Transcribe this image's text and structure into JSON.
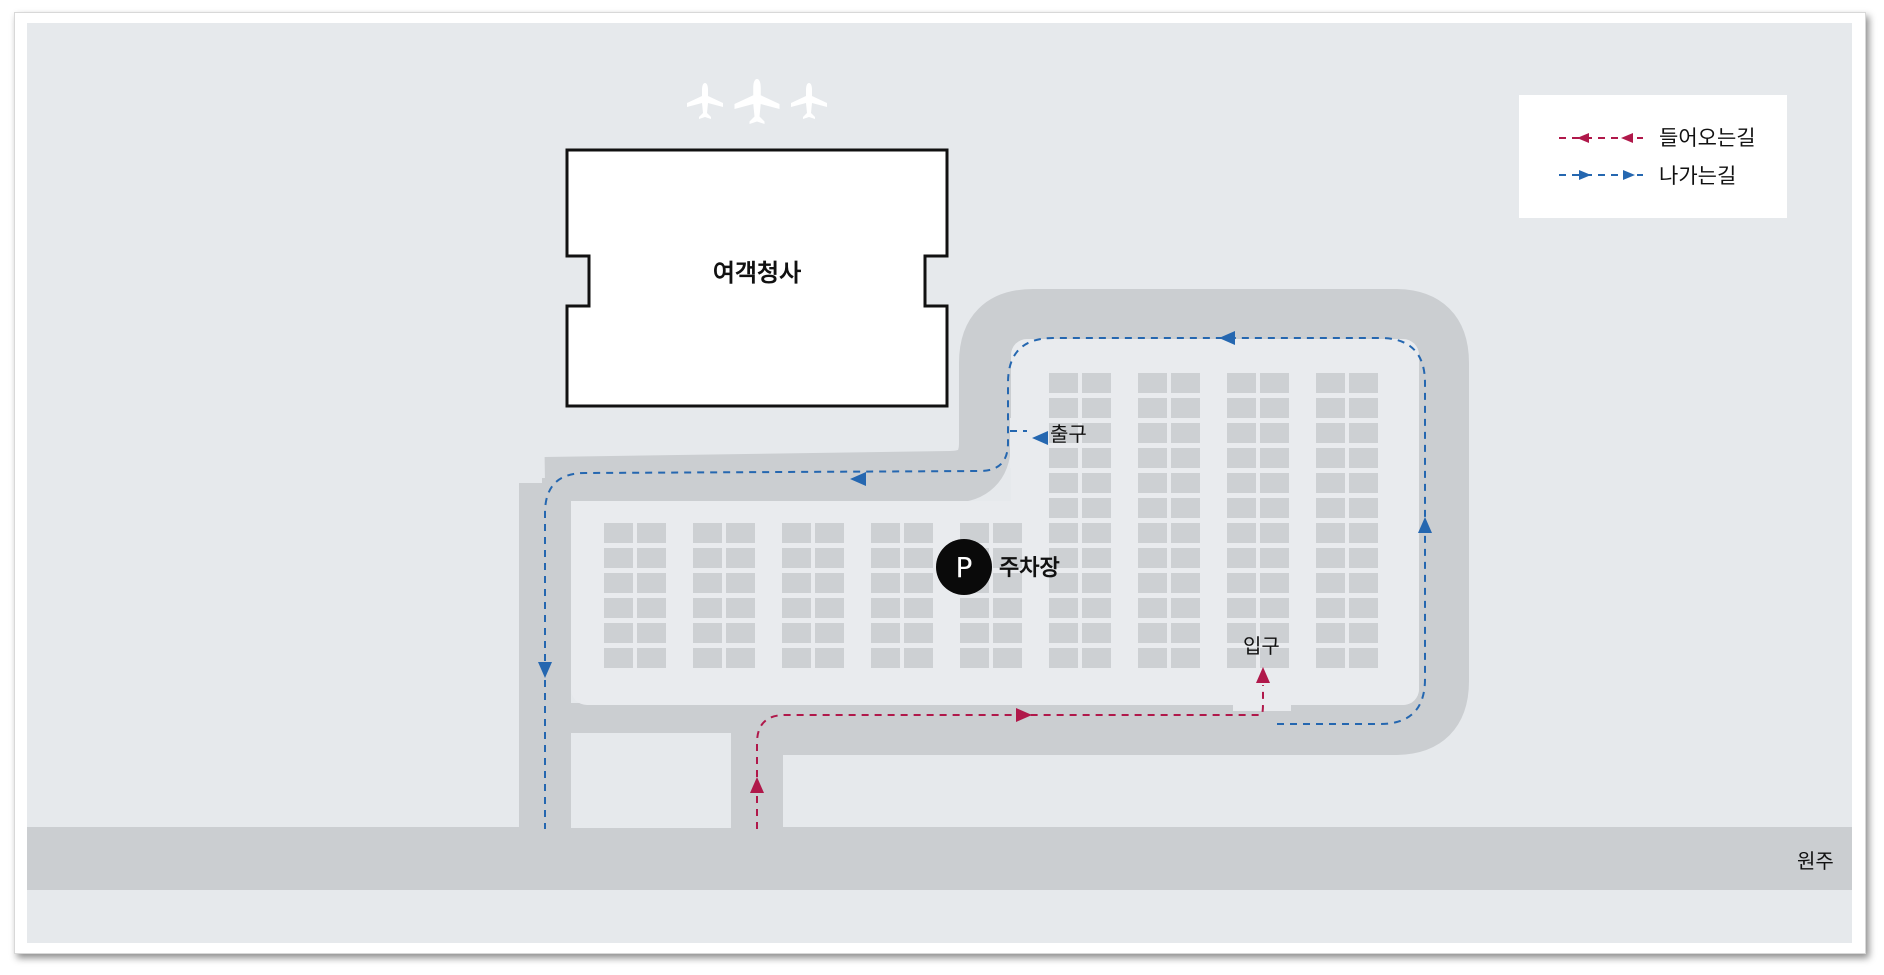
{
  "map": {
    "terminal_label": "여객청사",
    "parking_label": "주차장",
    "parking_symbol": "P",
    "exit_label": "출구",
    "entrance_label": "입구",
    "road_label": "원주"
  },
  "legend": {
    "incoming_label": "들어오는길",
    "outgoing_label": "나가는길"
  },
  "icons": [
    "airplane-icon",
    "airplane-icon",
    "airplane-icon",
    "parking-icon",
    "arrow-icon"
  ],
  "colors": {
    "background": "#e6e9ec",
    "road": "#cbced1",
    "parking_lot": "#e9ebee",
    "parking_space": "#cdd0d3",
    "terminal_fill": "#ffffff",
    "terminal_stroke": "#111111",
    "incoming_route": "#b0184a",
    "outgoing_route": "#2567b0",
    "legend_bg": "#ffffff"
  }
}
